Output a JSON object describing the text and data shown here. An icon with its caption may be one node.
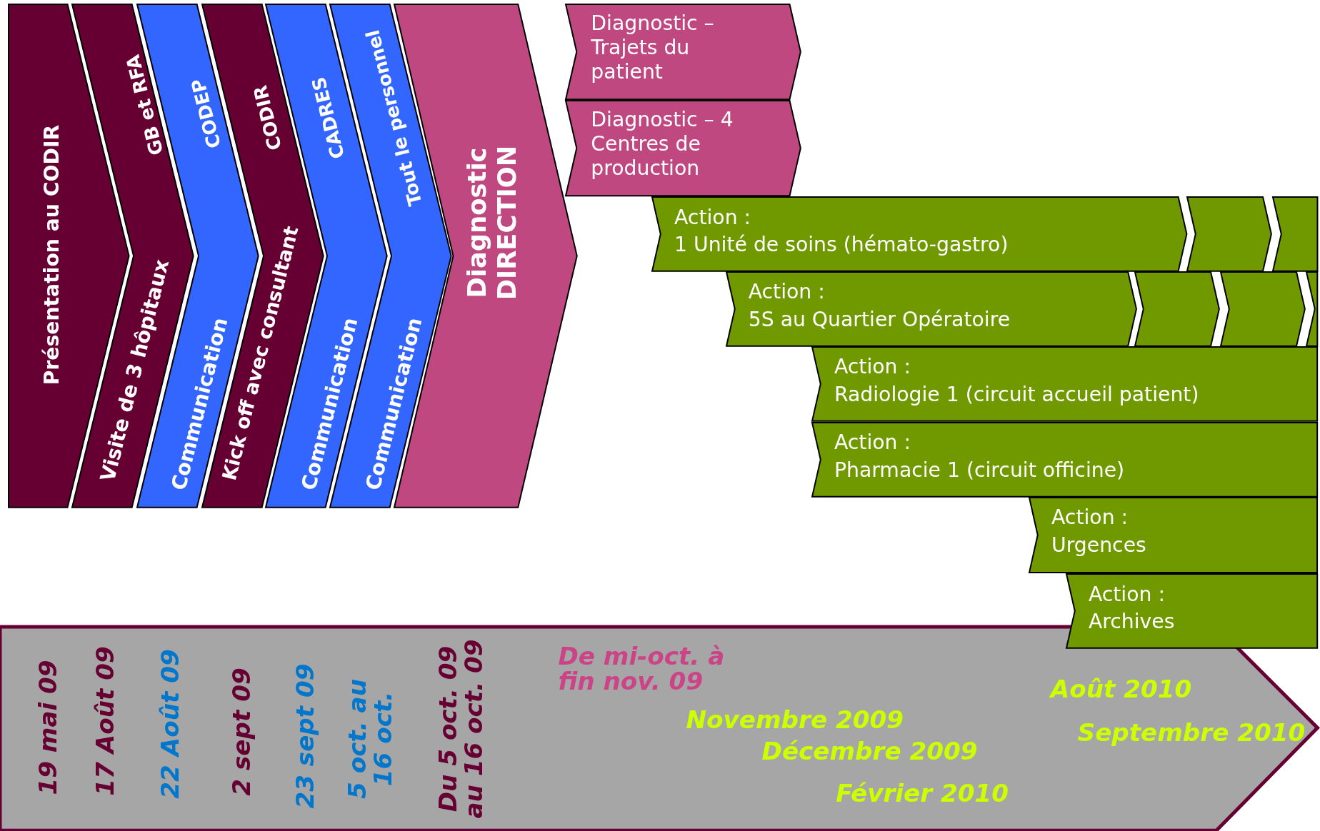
{
  "diagram": {
    "nodes": [
      {
        "text": [
          "Présentation au CODIR"
        ]
      },
      {
        "text": [
          "GB et RFA",
          "Visite de 3 hôpitaux"
        ]
      },
      {
        "text": [
          "CODEP",
          "Communication"
        ]
      },
      {
        "text": [
          "CODIR",
          "Kick off avec consultant"
        ]
      },
      {
        "text": [
          "CADRES",
          "Communication"
        ]
      },
      {
        "text": [
          "Tout le personnel",
          "Communication"
        ]
      },
      {
        "text": [
          "Diagnostic DIRECTION"
        ]
      },
      {
        "text": [
          "Diagnostic – Trajets du patient"
        ]
      },
      {
        "text": [
          "Diagnostic – 4 Centres de production"
        ]
      },
      {
        "text": [
          "Action :",
          "1 Unité de soins (hémato-gastro)"
        ]
      },
      {
        "text": [],
        "shape": "chevron"
      },
      {
        "text": [],
        "shape": "chevron"
      },
      {
        "text": [
          "Action :",
          "5S au Quartier Opératoire"
        ]
      },
      {
        "text": [],
        "shape": "chevron"
      },
      {
        "text": [],
        "shape": "chevron"
      },
      {
        "text": [],
        "shape": "chevron"
      },
      {
        "text": [
          "Action :",
          "Radiologie 1 (circuit accueil patient)"
        ]
      },
      {
        "text": [
          "Action :",
          "Pharmacie 1 (circuit officine)"
        ]
      },
      {
        "text": [
          "Action :",
          "Urgences"
        ]
      },
      {
        "text": [
          "Action :",
          "Archives"
        ]
      },
      {
        "text": [
          "19 mai 09",
          "17 Août 09",
          "22 Août 09",
          "2 sept 09",
          "23 sept 09",
          "5 oct. au 16 oct.",
          "Du 5 oct. 09 au 16 oct. 09",
          "De mi-oct. à fin nov. 09",
          "Novembre 2009",
          "Décembre 2009",
          "Février 2010",
          "Août 2010",
          "Septembre 2010"
        ]
      }
    ]
  }
}
